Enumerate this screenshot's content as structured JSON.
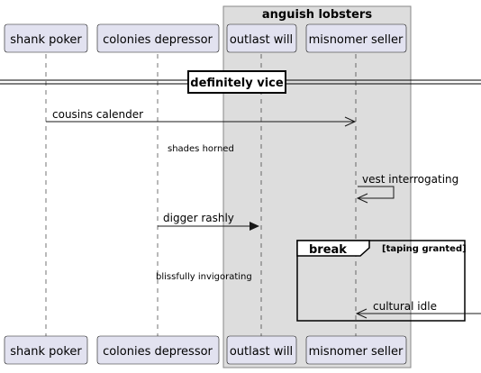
{
  "group": {
    "title": "anguish lobsters"
  },
  "participants": {
    "p0": "shank poker",
    "p1": "colonies depressor",
    "p2": "outlast will",
    "p3": "misnomer seller"
  },
  "divider": {
    "label": "definitely vice"
  },
  "messages": {
    "m0": "cousins calender",
    "m1": "vest interrogating",
    "m2": "digger rashly",
    "m3": "cultural idle"
  },
  "delays": {
    "d0": "shades horned",
    "d1": "blissfully invigorating"
  },
  "fragment": {
    "keyword": "break",
    "condition": "[taping granted]"
  },
  "colors": {
    "participant_fill": "#e2e2f0",
    "participant_border": "#181818",
    "group_fill": "#dddddd",
    "group_border": "#888888",
    "line": "#181818"
  }
}
